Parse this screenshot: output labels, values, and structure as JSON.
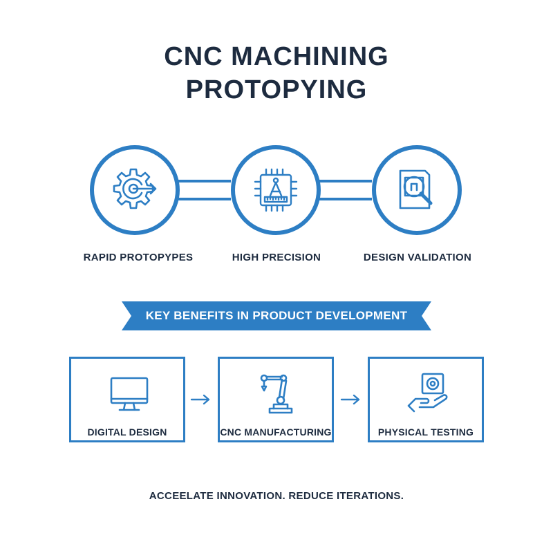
{
  "title": {
    "line1": "CNC MACHINING",
    "line2": "PROTOPYING"
  },
  "features": [
    {
      "label": "RAPID PROTOPYPES",
      "icon": "gear-arrow-icon"
    },
    {
      "label": "HIGH PRECISION",
      "icon": "chip-compass-icon"
    },
    {
      "label": "DESIGN VALIDATION",
      "icon": "document-magnifier-icon"
    }
  ],
  "banner": {
    "text": "KEY BENEFITS IN PRODUCT DEVELOPMENT"
  },
  "steps": [
    {
      "label": "DIGITAL DESIGN",
      "icon": "monitor-icon"
    },
    {
      "label": "CNC MANUFACTURING",
      "icon": "robotic-arm-icon"
    },
    {
      "label": "PHYSICAL TESTING",
      "icon": "hand-holding-part-icon"
    }
  ],
  "tagline": "ACCEELATE INNOVATION. REDUCE ITERATIONS.",
  "colors": {
    "accent": "#2d7ec4",
    "text": "#1d2b3f",
    "background": "#ffffff"
  }
}
